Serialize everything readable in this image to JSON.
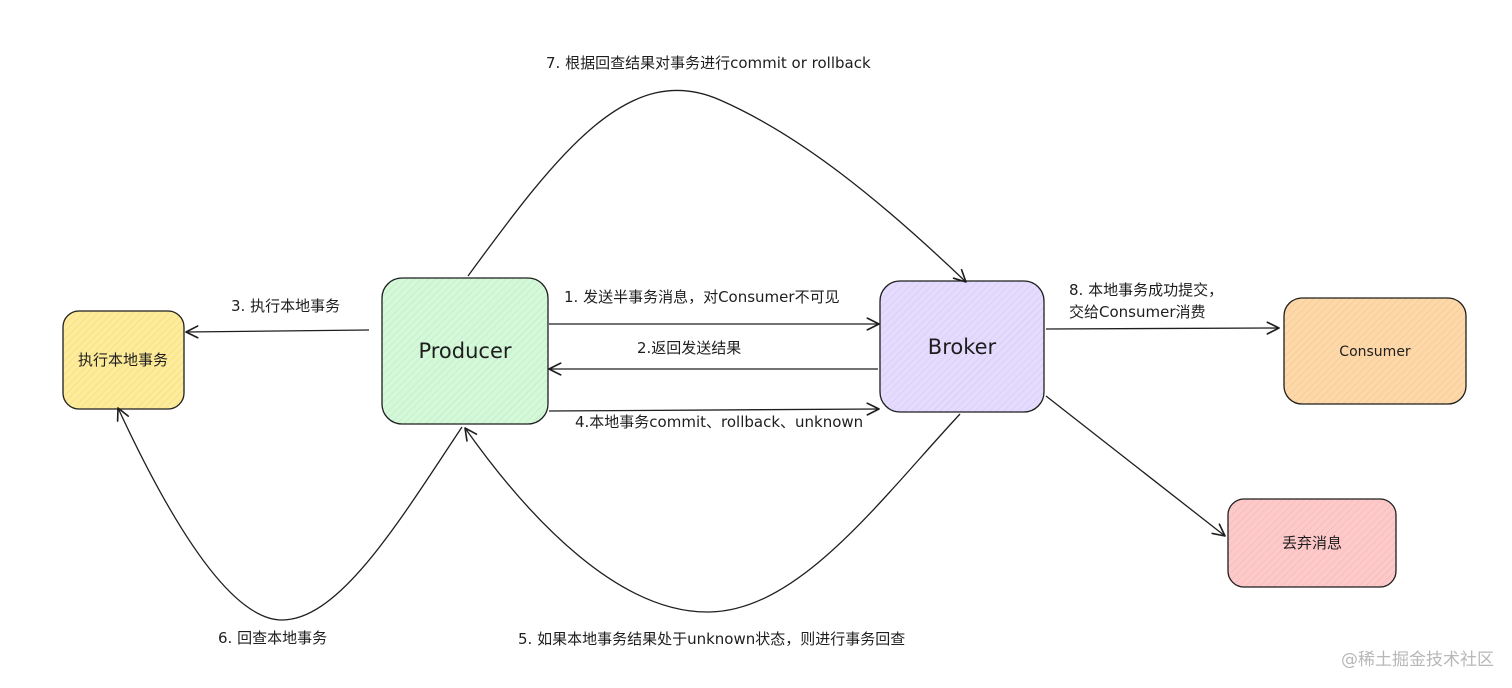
{
  "nodes": {
    "producer": {
      "label": "Producer",
      "fill": "#d3f9d8"
    },
    "broker": {
      "label": "Broker",
      "fill": "#e5dbff"
    },
    "local_tx": {
      "label": "执行本地事务",
      "fill": "#ffec99"
    },
    "consumer": {
      "label": "Consumer",
      "fill": "#ffd8a8"
    },
    "discard": {
      "label": "丢弃消息",
      "fill": "#ffc9c9"
    }
  },
  "edges": {
    "e1": "1. 发送半事务消息，对Consumer不可见",
    "e2": "2.返回发送结果",
    "e3": "3. 执行本地事务",
    "e4": "4.本地事务commit、rollback、unknown",
    "e5": "5. 如果本地事务结果处于unknown状态，则进行事务回查",
    "e6": "6. 回查本地事务",
    "e7": "7. 根据回查结果对事务进行commit or rollback",
    "e8_line1": "8. 本地事务成功提交，",
    "e8_line2": "交给Consumer消费"
  },
  "watermark": "@稀土掘金技术社区",
  "colors": {
    "stroke": "#1e1e1e"
  }
}
